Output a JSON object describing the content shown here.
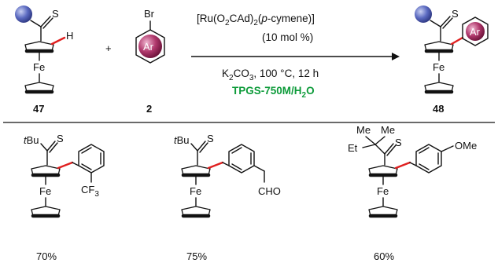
{
  "reaction": {
    "catalyst_line1_parts": [
      "[Ru(O",
      "2",
      "CAd)",
      "2",
      "(",
      "p",
      "-cymene)]"
    ],
    "loading": "(10 mol %)",
    "base_line_parts": [
      "K",
      "2",
      "CO",
      "3",
      ", 100 °C, 12 h"
    ],
    "solvent_line_parts": [
      "TPGS-750M/H",
      "2",
      "O"
    ],
    "plus": "+",
    "colors": {
      "solvent": "#0d9b3a",
      "new_bond": "#e02020",
      "substituent_ball": "#3e4fa2",
      "aryl_ball": "#a0285c"
    }
  },
  "compounds": {
    "ferrocene_reactant": {
      "number": "47",
      "fe": "Fe",
      "s": "S",
      "h": "H"
    },
    "aryl_bromide": {
      "number": "2",
      "br": "Br",
      "ar": "Ar"
    },
    "product": {
      "number": "48",
      "fe": "Fe",
      "s": "S",
      "ar": "Ar"
    }
  },
  "examples": [
    {
      "r_parts": [
        "t",
        "Bu"
      ],
      "s": "S",
      "fe": "Fe",
      "sub_parts": [
        "CF",
        "3"
      ],
      "yield": "70%"
    },
    {
      "r_parts": [
        "t",
        "Bu"
      ],
      "s": "S",
      "fe": "Fe",
      "sub": "CHO",
      "yield": "75%"
    },
    {
      "me1": "Me",
      "me2": "Me",
      "et": "Et",
      "s": "S",
      "fe": "Fe",
      "sub": "OMe",
      "yield": "60%"
    }
  ]
}
